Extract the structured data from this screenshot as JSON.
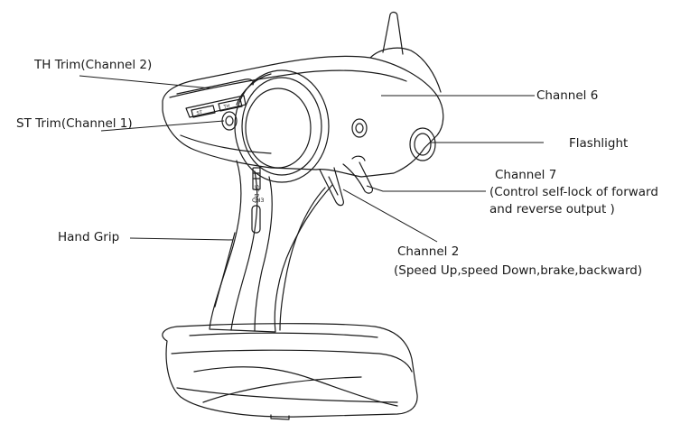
{
  "labels": {
    "th_trim": "TH Trim(Channel 2)",
    "st_trim": "ST Trim(Channel 1)",
    "hand_grip": "Hand Grip",
    "channel_6": "Channel 6",
    "flashlight": "Flashlight",
    "channel_7_title": "Channel 7",
    "channel_7_desc_line1": "(Control self-lock of forward",
    "channel_7_desc_line2": "and reverse output )",
    "channel_2_title": "Channel 2",
    "channel_2_desc": "(Speed Up,speed Down,brake,backward)"
  },
  "device_markings": {
    "st_dr": "ST\nD/R",
    "ch3": "CH3",
    "st_trim_marking": "ST",
    "th_trim_marking": "TH"
  },
  "colors": {
    "line": "#1a1a1a",
    "text": "#1a1a1a",
    "background": "#ffffff"
  }
}
